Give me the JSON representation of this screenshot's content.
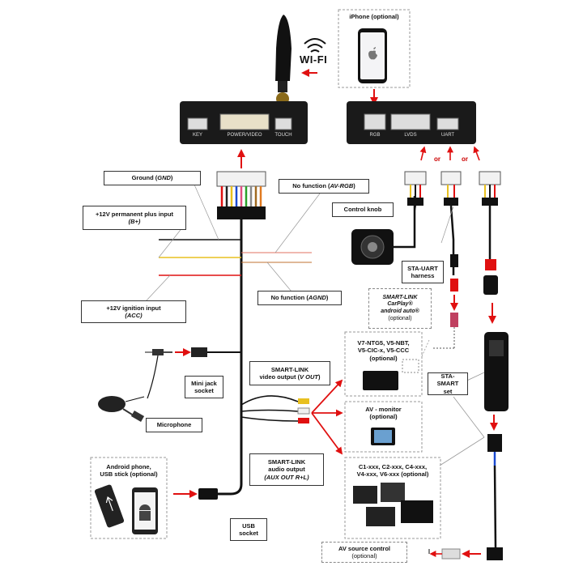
{
  "wifi_label": "WI-FI",
  "iphone": {
    "label": "iPhone (optional)"
  },
  "left_box_ports": {
    "key": "KEY",
    "power_video": "POWER/VIDEO",
    "touch": "TOUCH"
  },
  "right_box_ports": {
    "rgb": "RGB",
    "lvds": "LVDS",
    "uart": "UART"
  },
  "or_labels": [
    "or",
    "or"
  ],
  "ground": {
    "text": "Ground (",
    "code": "GND",
    "close": ")"
  },
  "b_plus": {
    "line1": "+12V permanent plus input",
    "code": "(B+)"
  },
  "acc": {
    "line1": "+12V ignition input",
    "code": "(ACC)"
  },
  "av_rgb": {
    "text": "No function (",
    "code": "AV-RGB",
    "close": ")"
  },
  "agnd": {
    "text": "No function (",
    "code": "AGND",
    "close": ")"
  },
  "control_knob": "Control knob",
  "sta_uart": {
    "line1": "STA-UART",
    "line2": "harness"
  },
  "smart_link_carplay": {
    "line1": "SMART-LINK",
    "line2": "CarPlay®",
    "line3": "android auto®",
    "line4": "(optional)"
  },
  "v7_box": {
    "line1": "V7-NTG5, V5-NBT,",
    "line2": "V5-CIC-x, V5-CCC",
    "line3": "(optional)"
  },
  "av_monitor": {
    "line1": "AV - monitor",
    "line2": "(optional)"
  },
  "c1_box": {
    "line1": "C1-xxx, C2-xxx, C4-xxx,",
    "line2": "V4-xxx, V6-xxx (optional)"
  },
  "sta_smart": {
    "line1": "STA-SMART",
    "line2": "set"
  },
  "mini_jack": {
    "line1": "Mini jack",
    "line2": "socket"
  },
  "microphone": "Microphone",
  "video_out": {
    "line1": "SMART-LINK",
    "line2": "video output (",
    "code": "V OUT",
    "close": ")"
  },
  "audio_out": {
    "line1": "SMART-LINK",
    "line2": "audio output",
    "code": "(AUX OUT R+L)"
  },
  "android_phone": {
    "line1": "Android phone,",
    "line2": "USB stick (optional)"
  },
  "usb_socket": {
    "line1": "USB",
    "line2": "socket"
  },
  "av_source": {
    "line1": "AV source control",
    "line2": "(optional)"
  }
}
